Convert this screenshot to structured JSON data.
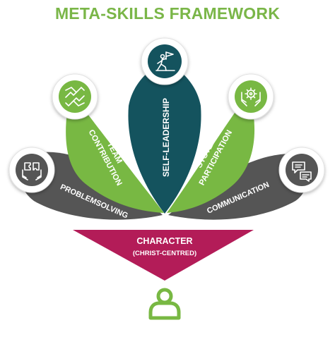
{
  "title": "META-SKILLS FRAMEWORK",
  "colors": {
    "title": "#7ab648",
    "green": "#78b843",
    "teal": "#14535e",
    "grey": "#555555",
    "magenta": "#b31c58",
    "white": "#ffffff",
    "circle_ring": "#e2e2e2"
  },
  "petals": {
    "self_leadership": {
      "label": "SELF-LEADERSHIP",
      "icon": "flag-climber-icon"
    },
    "team_contribution": {
      "line1": "TEAM",
      "line2": "CONTRIBUTION",
      "icon": "handshake-icon"
    },
    "system_participation": {
      "line1": "SYSTEM",
      "line2": "PARTICIPATION",
      "icon": "gear-hands-icon"
    },
    "problemsolving": {
      "label": "PROBLEMSOLVING",
      "icon": "puzzle-hands-icon"
    },
    "communication": {
      "label": "COMMUNICATION",
      "icon": "chat-bubbles-icon"
    }
  },
  "base": {
    "line1": "CHARACTER",
    "line2": "(CHRIST-CENTRED)"
  },
  "person": {
    "icon": "person-icon"
  }
}
